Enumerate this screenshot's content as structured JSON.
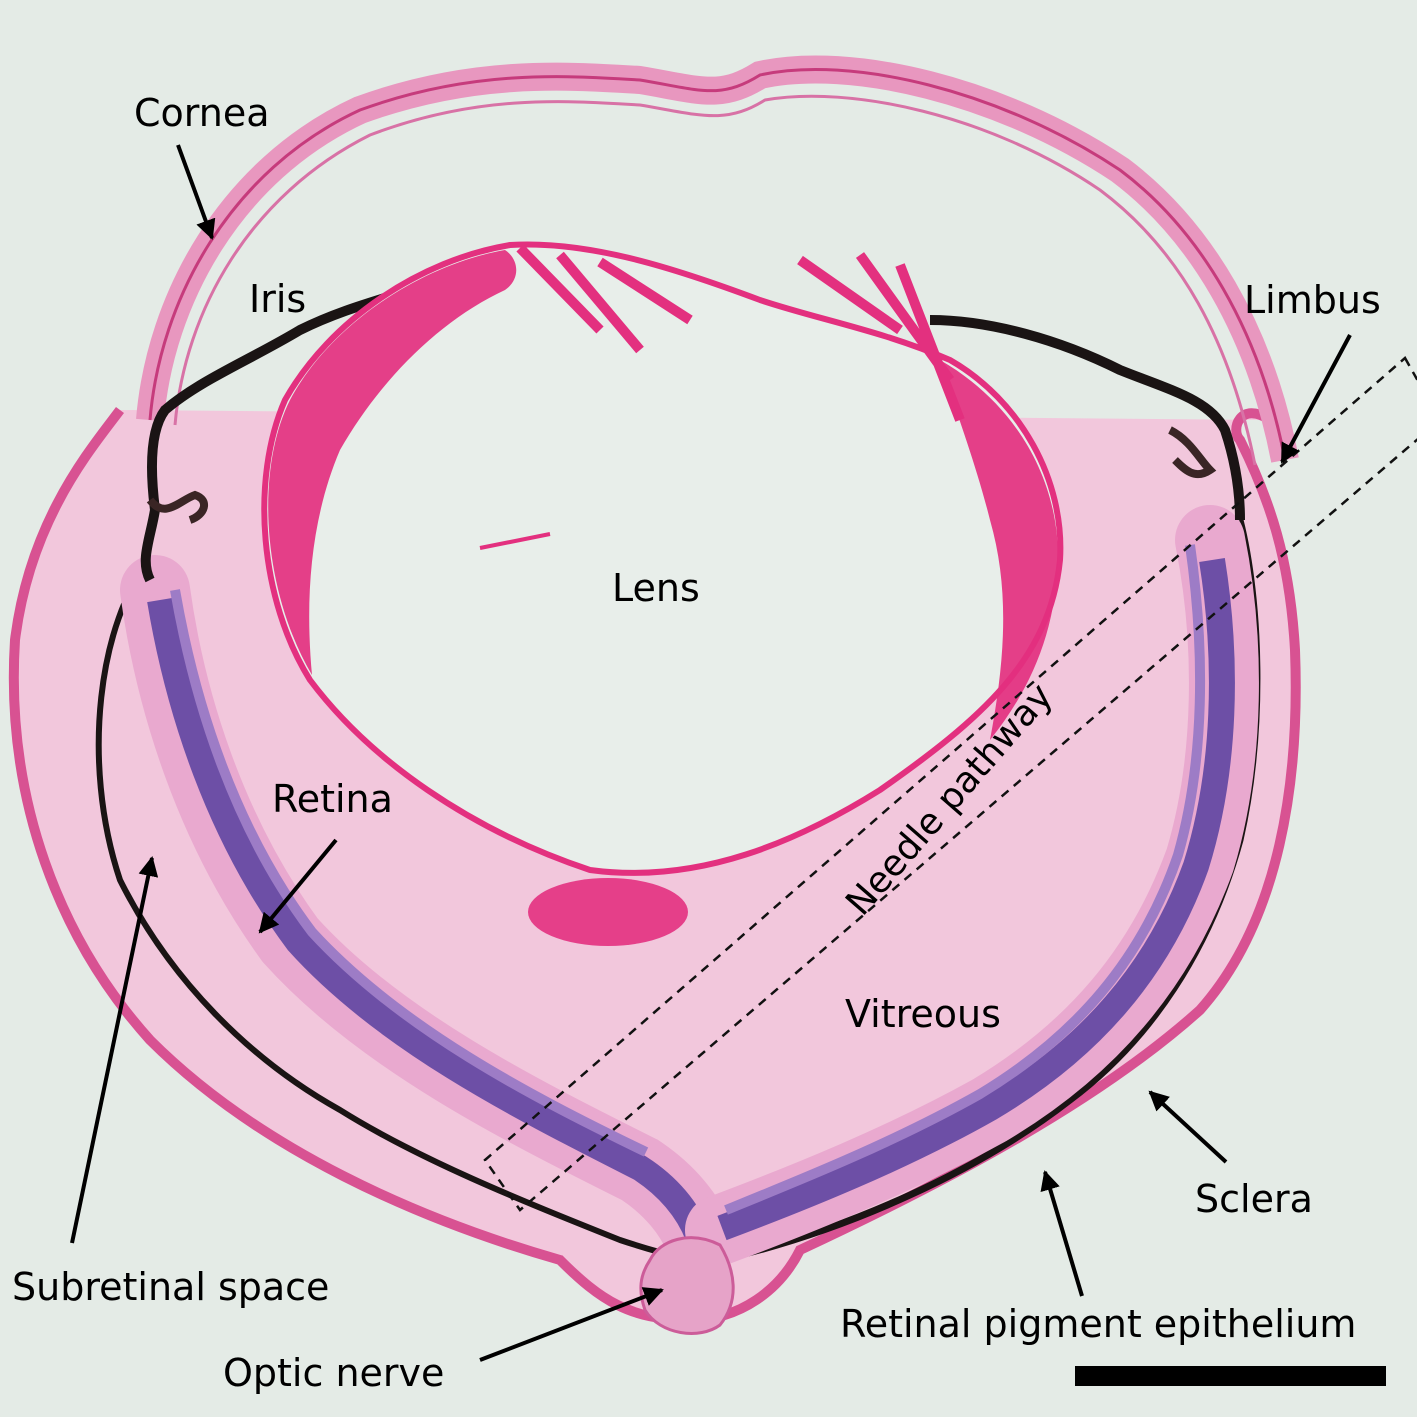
{
  "labels": {
    "cornea": "Cornea",
    "iris": "Iris",
    "lens": "Lens",
    "limbus": "Limbus",
    "retina": "Retina",
    "needle_pathway": "Needle pathway",
    "vitreous": "Vitreous",
    "sclera": "Sclera",
    "subretinal_space": "Subretinal space",
    "retinal_pigment_epithelium": "Retinal pigment epithelium",
    "optic_nerve": "Optic nerve"
  },
  "colors": {
    "background": "#e4ebe6",
    "tissue_pink": "#e05a9a",
    "lens_magenta": "#e3307f",
    "retina_purple": "#7a5ab0",
    "pigment_black": "#1a1414",
    "annotation": "#000000"
  }
}
